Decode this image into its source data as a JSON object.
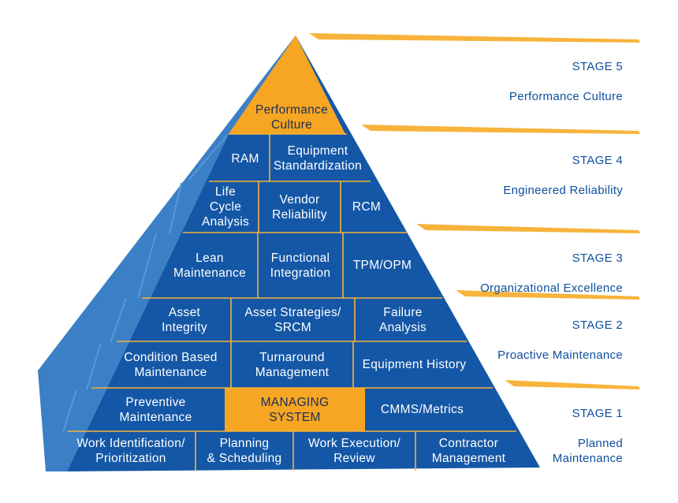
{
  "colors": {
    "block_blue": "#1457a6",
    "side_blue": "#3b7fc6",
    "gold": "#f6a623",
    "gold_ribbon": "#f7b33b",
    "stage_text": "#0d4f9e"
  },
  "pyramid": {
    "apex": {
      "label": "Performance\nCulture"
    },
    "row_stage4_top": [
      "RAM",
      "Equipment\nStandardization"
    ],
    "row_stage4_bottom": [
      "Life\nCycle\nAnalysis",
      "Vendor\nReliability",
      "RCM"
    ],
    "row_stage3": [
      "Lean\nMaintenance",
      "Functional\nIntegration",
      "TPM/OPM"
    ],
    "row_stage2_top": [
      "Asset\nIntegrity",
      "Asset Strategies/\nSRCM",
      "Failure\nAnalysis"
    ],
    "row_stage2_bottom": [
      "Condition Based\nMaintenance",
      "Turnaround\nManagement",
      "Equipment History"
    ],
    "row_stage1_top": [
      "Preventive\nMaintenance",
      "MANAGING\nSYSTEM",
      "CMMS/Metrics"
    ],
    "row_stage1_bottom": [
      "Work Identification/\nPrioritization",
      "Planning\n& Scheduling",
      "Work Execution/\nReview",
      "Contractor\nManagement"
    ]
  },
  "stages": [
    {
      "title": "STAGE 5",
      "subtitle": "Performance Culture"
    },
    {
      "title": "STAGE 4",
      "subtitle": "Engineered Reliability"
    },
    {
      "title": "STAGE 3",
      "subtitle": "Organizational Excellence"
    },
    {
      "title": "STAGE 2",
      "subtitle": "Proactive Maintenance"
    },
    {
      "title": "STAGE 1",
      "subtitle": "Planned\nMaintenance"
    }
  ]
}
